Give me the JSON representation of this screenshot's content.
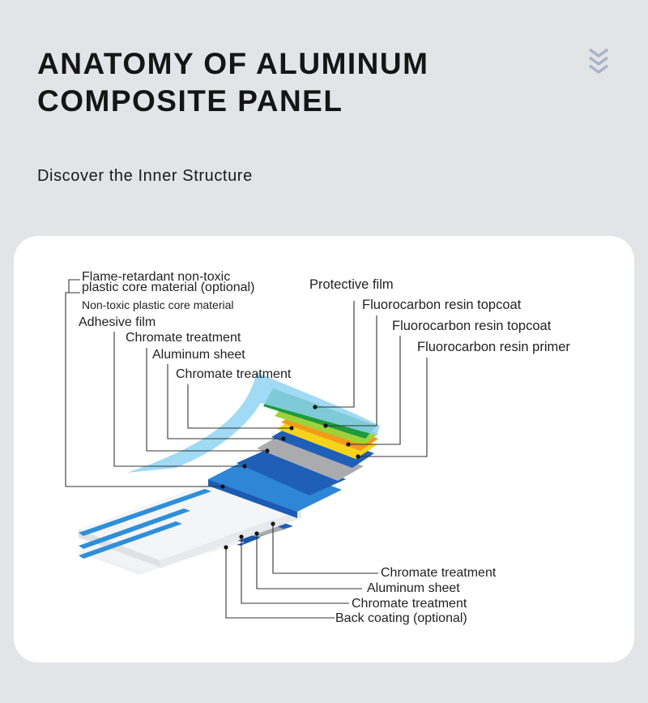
{
  "header": {
    "title_line1": "ANATOMY OF ALUMINUM",
    "title_line2": "COMPOSITE PANEL",
    "subtitle": "Discover the Inner Structure"
  },
  "labels": {
    "flame_core_line1": "Flame-retardant non-toxic",
    "flame_core_line2": "plastic core material (optional)",
    "nontoxic_core": "Non-toxic plastic core material",
    "adhesive_film": "Adhesive film",
    "chromate_top_1": "Chromate treatment",
    "aluminum_top": "Aluminum sheet",
    "chromate_top_2": "Chromate treatment",
    "protective_film": "Protective film",
    "topcoat_1": "Fluorocarbon resin topcoat",
    "topcoat_2": "Fluorocarbon resin topcoat",
    "primer": "Fluorocarbon resin primer",
    "chromate_bottom_1": "Chromate treatment",
    "aluminum_bottom": "Aluminum sheet",
    "chromate_bottom_2": "Chromate treatment",
    "back_coating": "Back coating (optional)"
  },
  "colors": {
    "background": "#e3e4e8",
    "card": "#ffffff",
    "protective_film": "#8fd3f2",
    "topcoat_green": "#1f9a3c",
    "topcoat_lime": "#9fd23a",
    "primer_orange": "#f39a1a",
    "primer_yellow": "#f7d31c",
    "aluminum_blue": "#1f5fb8",
    "chromate_gray": "#a9abae",
    "adhesive_blue": "#2f8fd9",
    "core_white": "#f3f4f6",
    "leader_line": "#333333"
  },
  "icons": {
    "scroll_hint": "double-chevron-down-icon"
  }
}
